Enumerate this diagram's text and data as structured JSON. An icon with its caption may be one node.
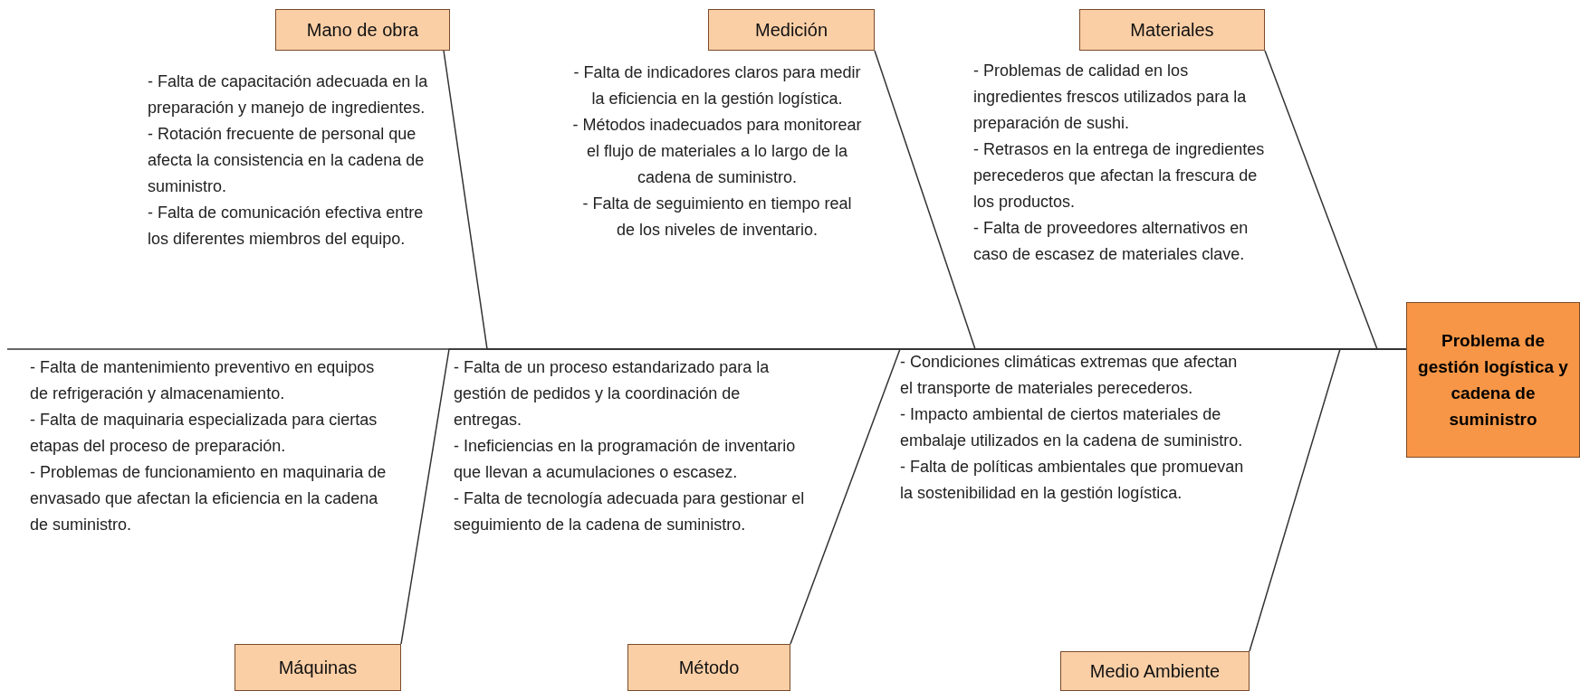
{
  "diagram": {
    "nodes": [
      {
        "text": [
          "Mano de obra"
        ],
        "beside": [
          "- Falta de capacitación adecuada en la preparación y manejo de ingredientes.",
          "- Rotación frecuente de personal que afecta la consistencia en la cadena de suministro.",
          "- Falta de comunicación efectiva entre los diferentes miembros del equipo."
        ]
      },
      {
        "text": [
          "Medición"
        ],
        "beside": [
          "- Falta de indicadores claros para medir la eficiencia en la gestión logística.",
          "- Métodos inadecuados para monitorear el flujo de materiales a lo largo de la cadena de suministro.",
          "- Falta de seguimiento en tiempo real de los niveles de inventario."
        ]
      },
      {
        "text": [
          "Materiales"
        ],
        "beside": [
          "- Problemas de calidad en los ingredientes frescos utilizados para la preparación de sushi.",
          "- Retrasos en la entrega de ingredientes perecederos que afectan la frescura de los productos.",
          "- Falta de proveedores alternativos en caso de escasez de materiales clave."
        ]
      },
      {
        "text": [
          "Máquinas"
        ],
        "beside": [
          "- Falta de mantenimiento preventivo en equipos de refrigeración y almacenamiento.",
          "- Falta de maquinaria especializada para ciertas etapas del proceso de preparación.",
          "- Problemas de funcionamiento en maquinaria de envasado que afectan la eficiencia en la cadena de suministro."
        ]
      },
      {
        "text": [
          "Método"
        ],
        "beside": [
          "- Falta de un proceso estandarizado para la gestión de pedidos y la coordinación de entregas.",
          "- Ineficiencias en la programación de inventario que llevan a acumulaciones o escasez.",
          "- Falta de tecnología adecuada para gestionar el seguimiento de la cadena de suministro."
        ]
      },
      {
        "text": [
          "Medio Ambiente"
        ],
        "beside": [
          "- Condiciones climáticas extremas que afectan el transporte de materiales perecederos.",
          "- Impacto ambiental de ciertos materiales de embalaje utilizados en la cadena de suministro.",
          "- Falta de políticas ambientales que promuevan la sostenibilidad en la gestión logística."
        ]
      },
      {
        "text": [
          "Problema de gestión logística y cadena de suministro"
        ]
      }
    ],
    "edges": [
      {
        "from": 0,
        "to": 6,
        "arrow": "none"
      },
      {
        "from": 1,
        "to": 6,
        "arrow": "none"
      },
      {
        "from": 2,
        "to": 6,
        "arrow": "none"
      },
      {
        "from": 3,
        "to": 6,
        "arrow": "none"
      },
      {
        "from": 4,
        "to": 6,
        "arrow": "none"
      },
      {
        "from": 5,
        "to": 6,
        "arrow": "none"
      },
      {
        "from": null,
        "to": 6,
        "arrow": "none"
      }
    ]
  }
}
